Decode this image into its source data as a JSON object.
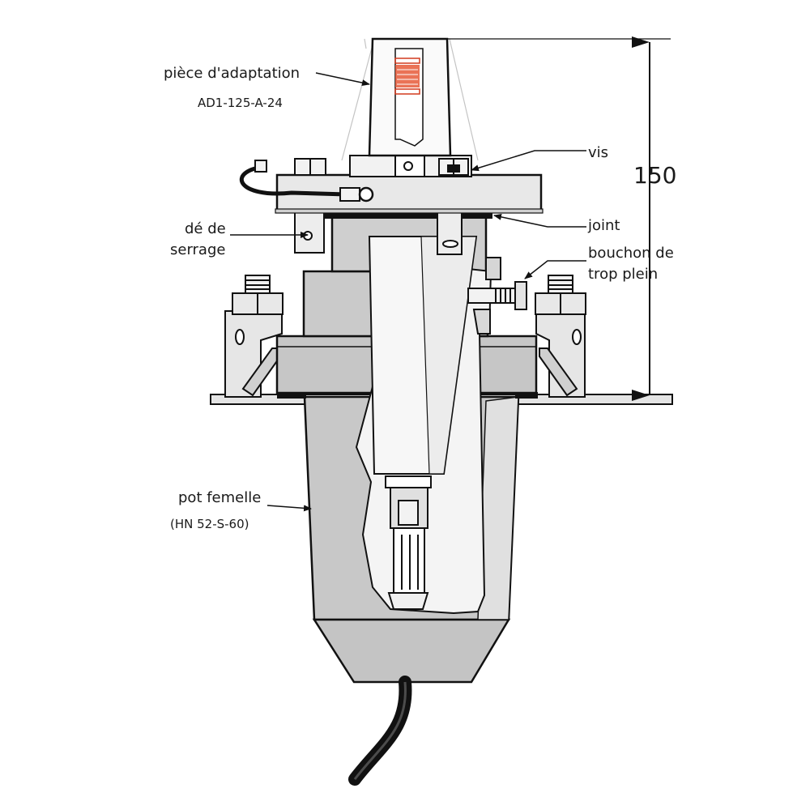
{
  "labels": {
    "adapter": "pièce d'adaptation",
    "adapter_ref": "AD1-125-A-24",
    "screw": "vis",
    "gasket": "joint",
    "clamp_line1": "dé de",
    "clamp_line2": "serrage",
    "plug_line1": "bouchon de",
    "plug_line2": "trop plein",
    "female_pot": "pot femelle",
    "female_pot_ref": "(HN 52-S-60)"
  },
  "dimension": {
    "value": "150"
  },
  "colors": {
    "body_fill": "#c8c8c8",
    "body_light": "#e2e2e2",
    "flange_fill": "#d6d6d6",
    "outline": "#111111",
    "ghost": "#bdbdbd",
    "accent_red": "#d23a1e",
    "gasket": "#111111"
  }
}
